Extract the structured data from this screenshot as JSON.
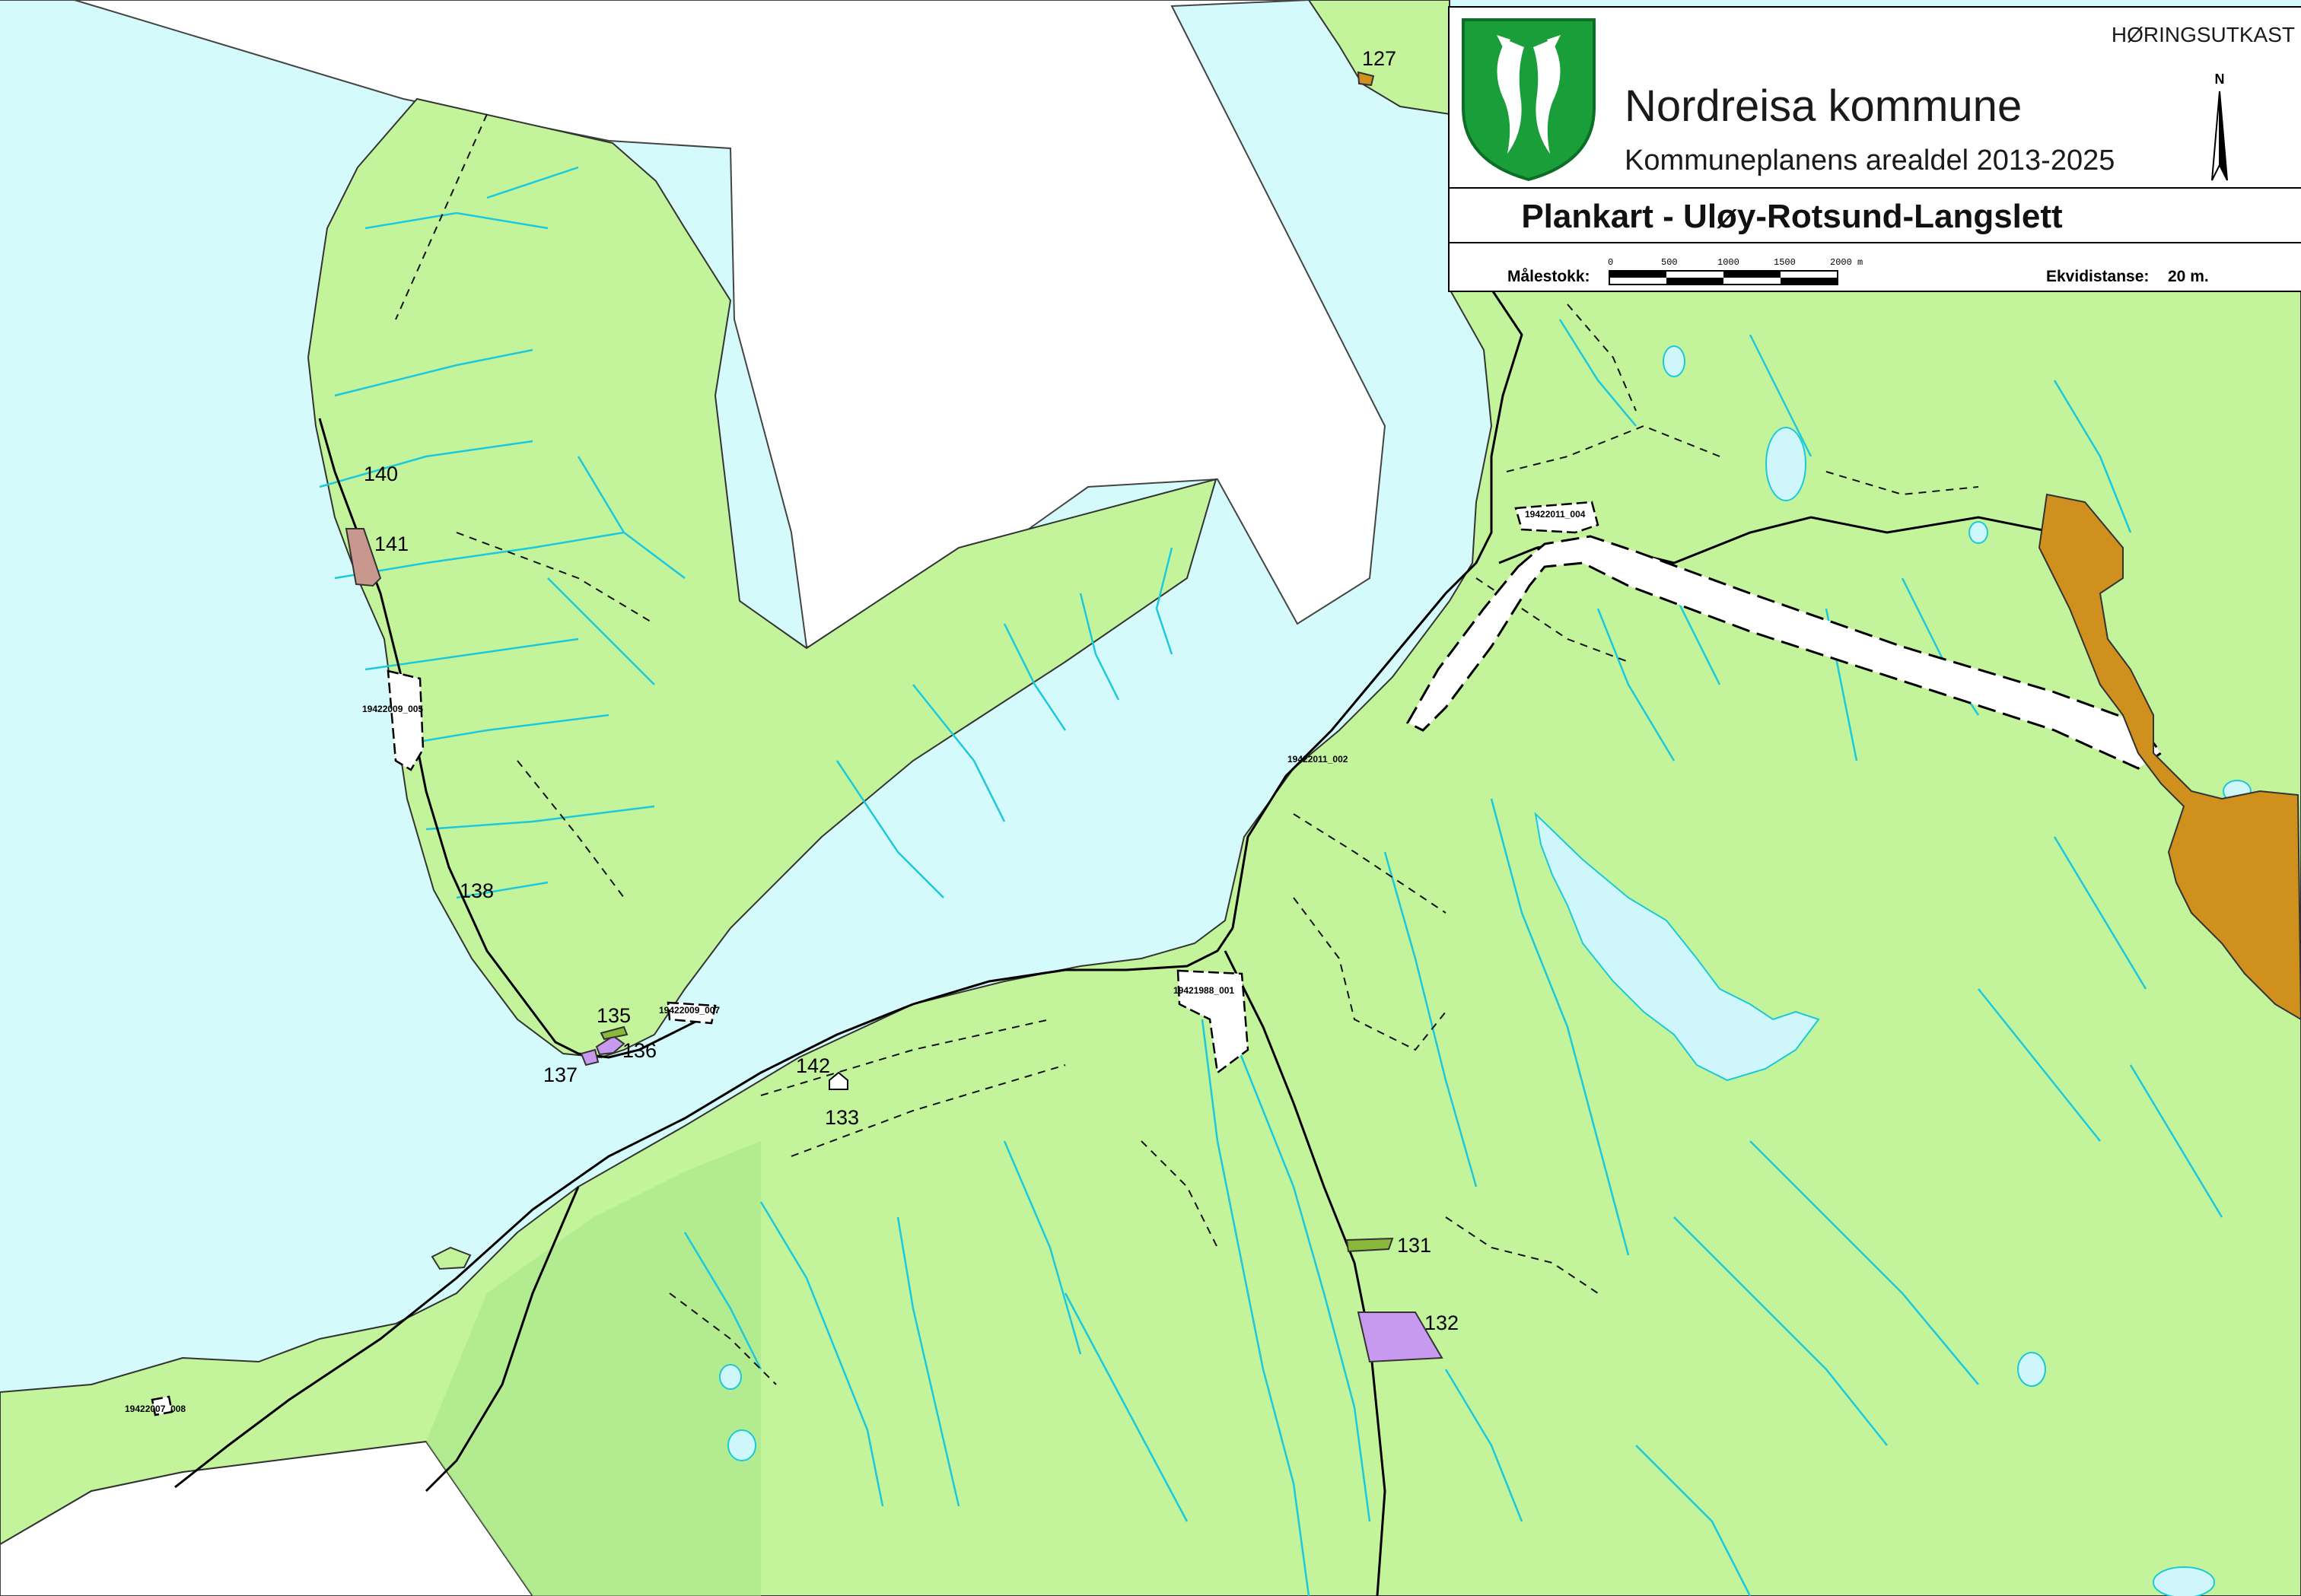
{
  "legend": {
    "status": "HØRINGSUTKAST",
    "municipality": "Nordreisa kommune",
    "plan_name": "Kommuneplanens arealdel 2013-2025",
    "map_title": "Plankart - Uløy-Rotsund-Langslett",
    "scale_label": "Målestokk:",
    "scale_ticks": [
      "0",
      "500",
      "1000",
      "1500",
      "2000 m"
    ],
    "contour_label": "Ekvidistanse:",
    "contour_value": "20 m.",
    "north_label": "N"
  },
  "plan_labels": [
    "127",
    "140",
    "141",
    "138",
    "135",
    "136",
    "137",
    "142",
    "133",
    "131",
    "132"
  ],
  "property_ids": [
    "19422011_004",
    "19422009_005",
    "19422011_002",
    "19421988_001",
    "19422009_007",
    "19422007_008"
  ],
  "colors": {
    "sea": "#d4fafc",
    "land": "#c3f49b",
    "land_dark": "#a9e58a",
    "stream": "#1cc9dc",
    "lake": "#cff6fb",
    "settlement": "#cf901e",
    "zone_lilac": "#c79af0",
    "zone_pink": "#c8988e",
    "zone_green": "#8ab83a",
    "road": "#000000",
    "crest_green": "#1a9e3a"
  }
}
